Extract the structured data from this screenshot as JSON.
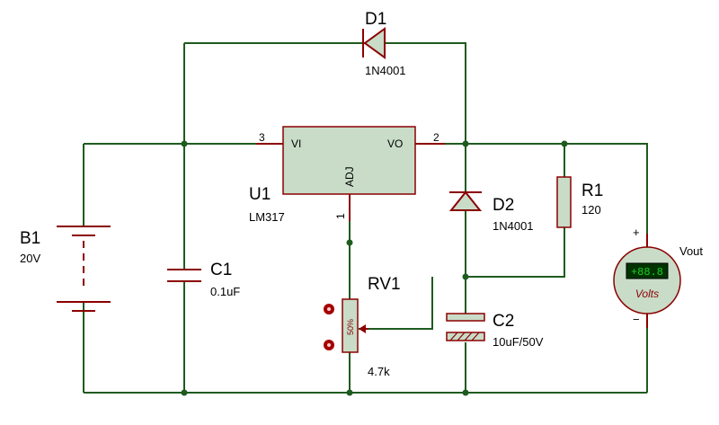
{
  "components": {
    "d1": {
      "ref": "D1",
      "value": "1N4001"
    },
    "d2": {
      "ref": "D2",
      "value": "1N4001"
    },
    "u1": {
      "ref": "U1",
      "value": "LM317",
      "pin_vi": "VI",
      "pin_vo": "VO",
      "pin_adj": "ADJ",
      "pin3": "3",
      "pin2": "2",
      "pin1": "1"
    },
    "r1": {
      "ref": "R1",
      "value": "120"
    },
    "b1": {
      "ref": "B1",
      "value": "20V"
    },
    "c1": {
      "ref": "C1",
      "value": "0.1uF"
    },
    "c2": {
      "ref": "C2",
      "value": "10uF/50V"
    },
    "rv1": {
      "ref": "RV1",
      "value": "4.7k",
      "wiper": "50%"
    },
    "vout": {
      "label": "Vout",
      "reading": "+88.8",
      "unit": "Volts",
      "plus": "+",
      "minus": "−"
    }
  },
  "colors": {
    "wire": "#1f5b1f",
    "component": "#8b0000",
    "ic_fill": "#c8dcc8",
    "meter_display": "#0a8a0a"
  }
}
